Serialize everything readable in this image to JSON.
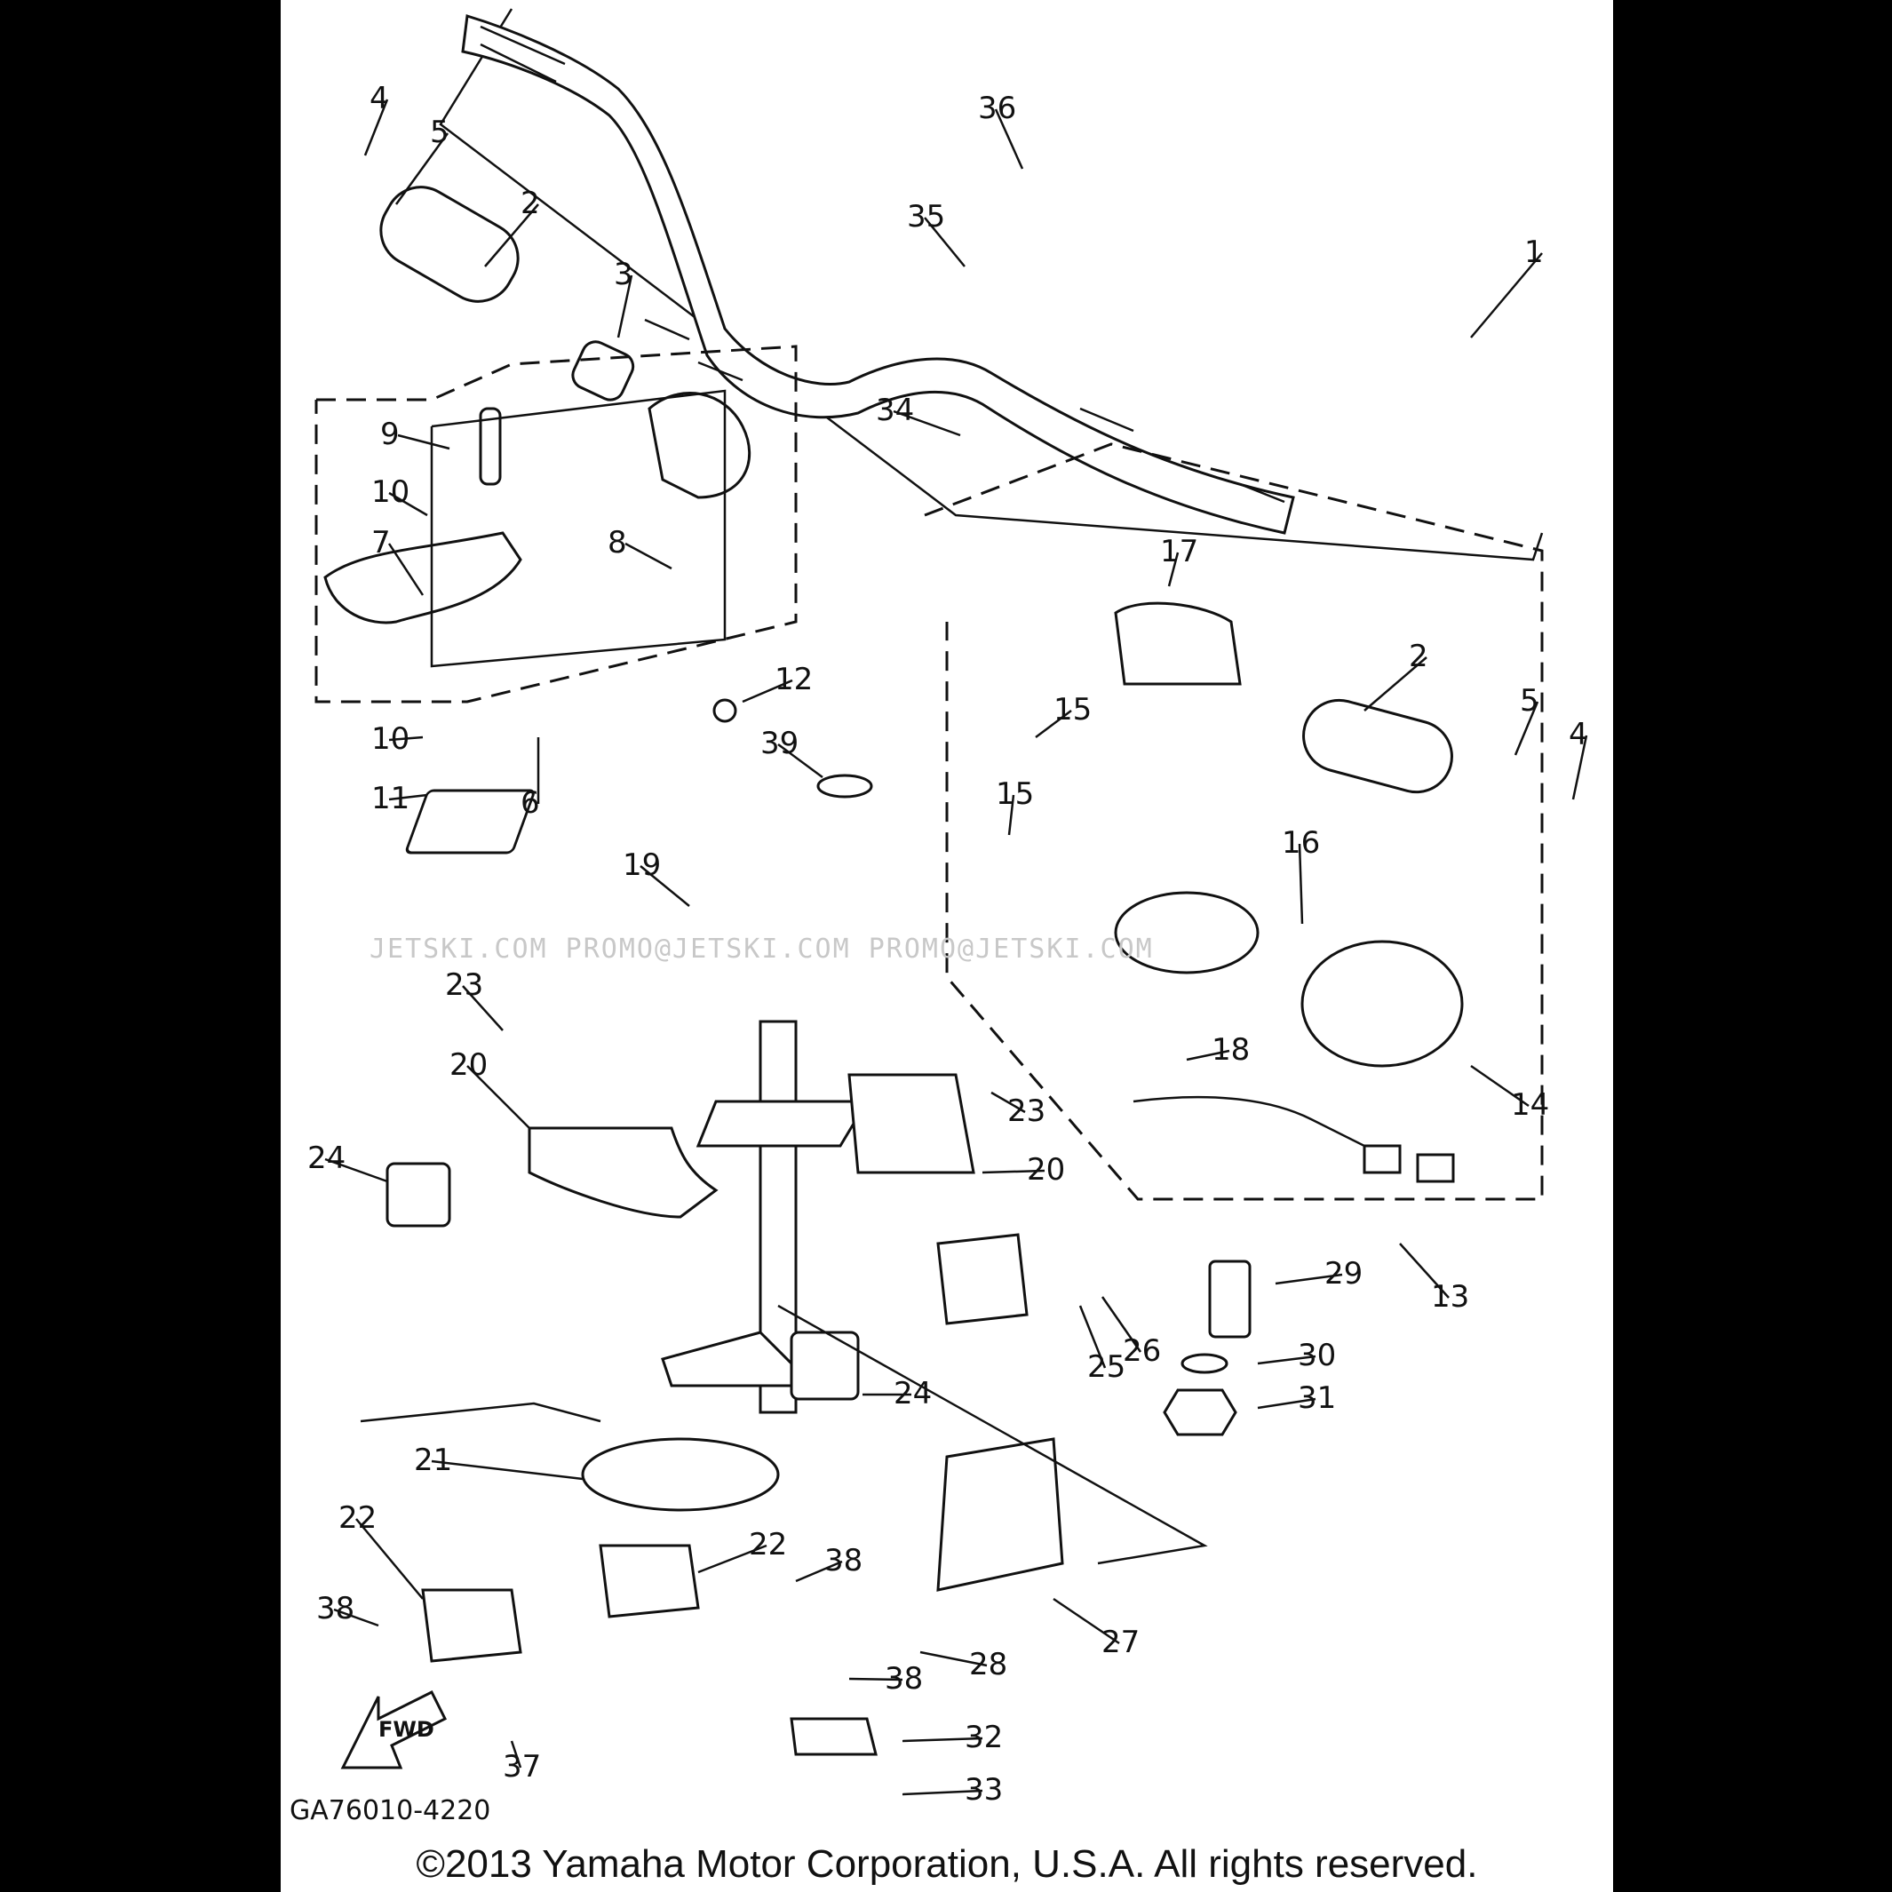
{
  "diagram": {
    "code": "GA76010-4220",
    "watermark": "JETSKI.COM   PROMO@JETSKI.COM   PROMO@JETSKI.COM",
    "fwd_label": "FWD",
    "copyright": "©2013 Yamaha Motor Corporation, U.S.A. All rights reserved.",
    "callouts": [
      "1",
      "2",
      "2",
      "3",
      "4",
      "4",
      "5",
      "5",
      "6",
      "7",
      "8",
      "9",
      "10",
      "10",
      "11",
      "12",
      "13",
      "14",
      "15",
      "15",
      "16",
      "17",
      "18",
      "19",
      "20",
      "20",
      "21",
      "22",
      "22",
      "23",
      "23",
      "24",
      "24",
      "25",
      "26",
      "27",
      "28",
      "29",
      "30",
      "31",
      "32",
      "33",
      "34",
      "35",
      "36",
      "37",
      "38",
      "38",
      "38",
      "39"
    ]
  }
}
